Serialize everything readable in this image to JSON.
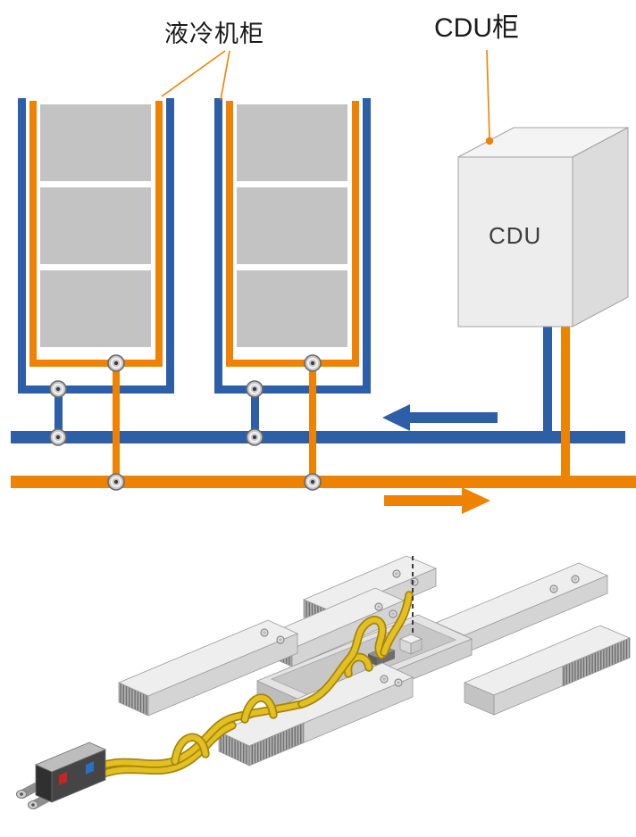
{
  "schematic": {
    "labels": {
      "liquid_cooling_cabinet": "液冷机柜",
      "cdu_cabinet": "CDU柜",
      "cdu_unit": "CDU"
    },
    "colors": {
      "supply_blue": "#2c5fa8",
      "return_orange": "#ef8200",
      "server_block_gray": "#c3c3c3"
    },
    "flow": [
      {
        "pipe": "blue supply main",
        "direction": "left"
      },
      {
        "pipe": "orange return main",
        "direction": "right"
      }
    ]
  },
  "illustration": {
    "colors": {
      "tube_yellow": "#e3c021"
    }
  }
}
